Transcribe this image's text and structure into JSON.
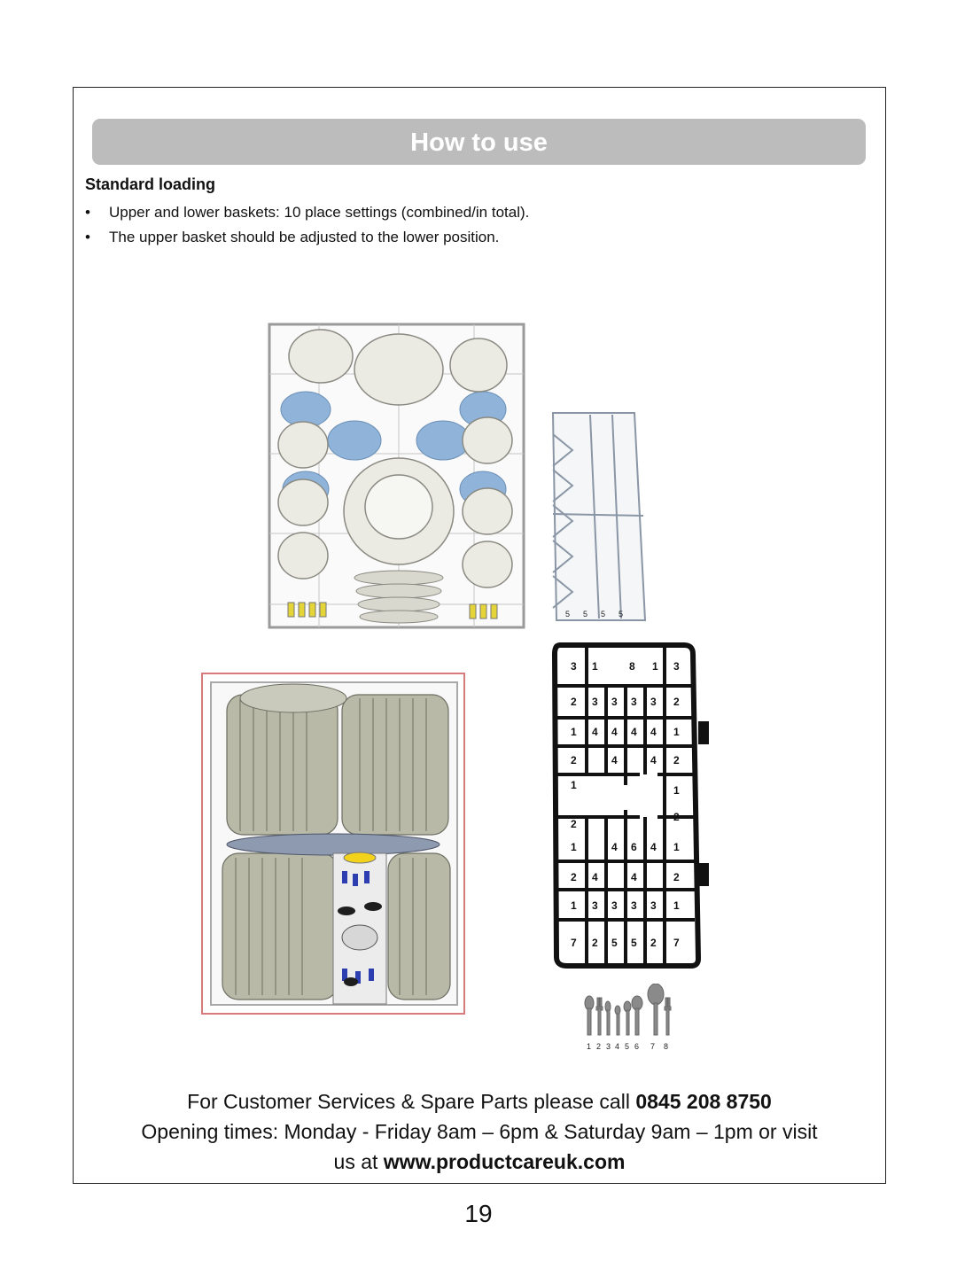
{
  "header": {
    "title": "How to use"
  },
  "section": {
    "heading": "Standard loading",
    "bullets": [
      "Upper and lower baskets: 10 place settings (combined/in total).",
      "The upper basket should be adjusted to the lower position."
    ]
  },
  "figures": {
    "upper_basket": {
      "icon": "upper-basket-illustration"
    },
    "side_rack": {
      "icon": "cup-shelf-illustration",
      "labels": [
        "5",
        "5",
        "5",
        "5"
      ]
    },
    "lower_basket": {
      "icon": "lower-basket-illustration"
    },
    "cutlery_basket": {
      "icon": "cutlery-basket-diagram",
      "rows": [
        [
          "3",
          "1",
          "8",
          "1",
          "3"
        ],
        [
          "2",
          "3",
          "3",
          "3",
          "3",
          "2"
        ],
        [
          "1",
          "4",
          "4",
          "4",
          "4",
          "1"
        ],
        [
          "2",
          "4",
          "4",
          "2"
        ],
        [
          "1",
          "1"
        ],
        [
          "2",
          "2"
        ],
        [
          "1",
          "4",
          "6",
          "4",
          "1"
        ],
        [
          "2",
          "4",
          "4",
          "2"
        ],
        [
          "1",
          "3",
          "3",
          "3",
          "3",
          "1"
        ],
        [
          "7",
          "2",
          "5",
          "5",
          "2",
          "7"
        ]
      ]
    },
    "cutlery_legend": {
      "icon": "cutlery-types-legend",
      "labels": [
        "1",
        "2",
        "3",
        "4",
        "5",
        "6",
        "7",
        "8"
      ]
    }
  },
  "footer": {
    "line1_text": "For Customer Services & Spare Parts please call ",
    "phone": "0845 208 8750",
    "line2_text": "Opening times: Monday - Friday  8am – 6pm & Saturday 9am – 1pm or visit",
    "line3_prefix": "us at ",
    "website": "www.productcareuk.com"
  },
  "page_number": "19",
  "colors": {
    "banner": "#bcbcbc",
    "banner_text": "#ffffff",
    "frame": "#222222"
  }
}
